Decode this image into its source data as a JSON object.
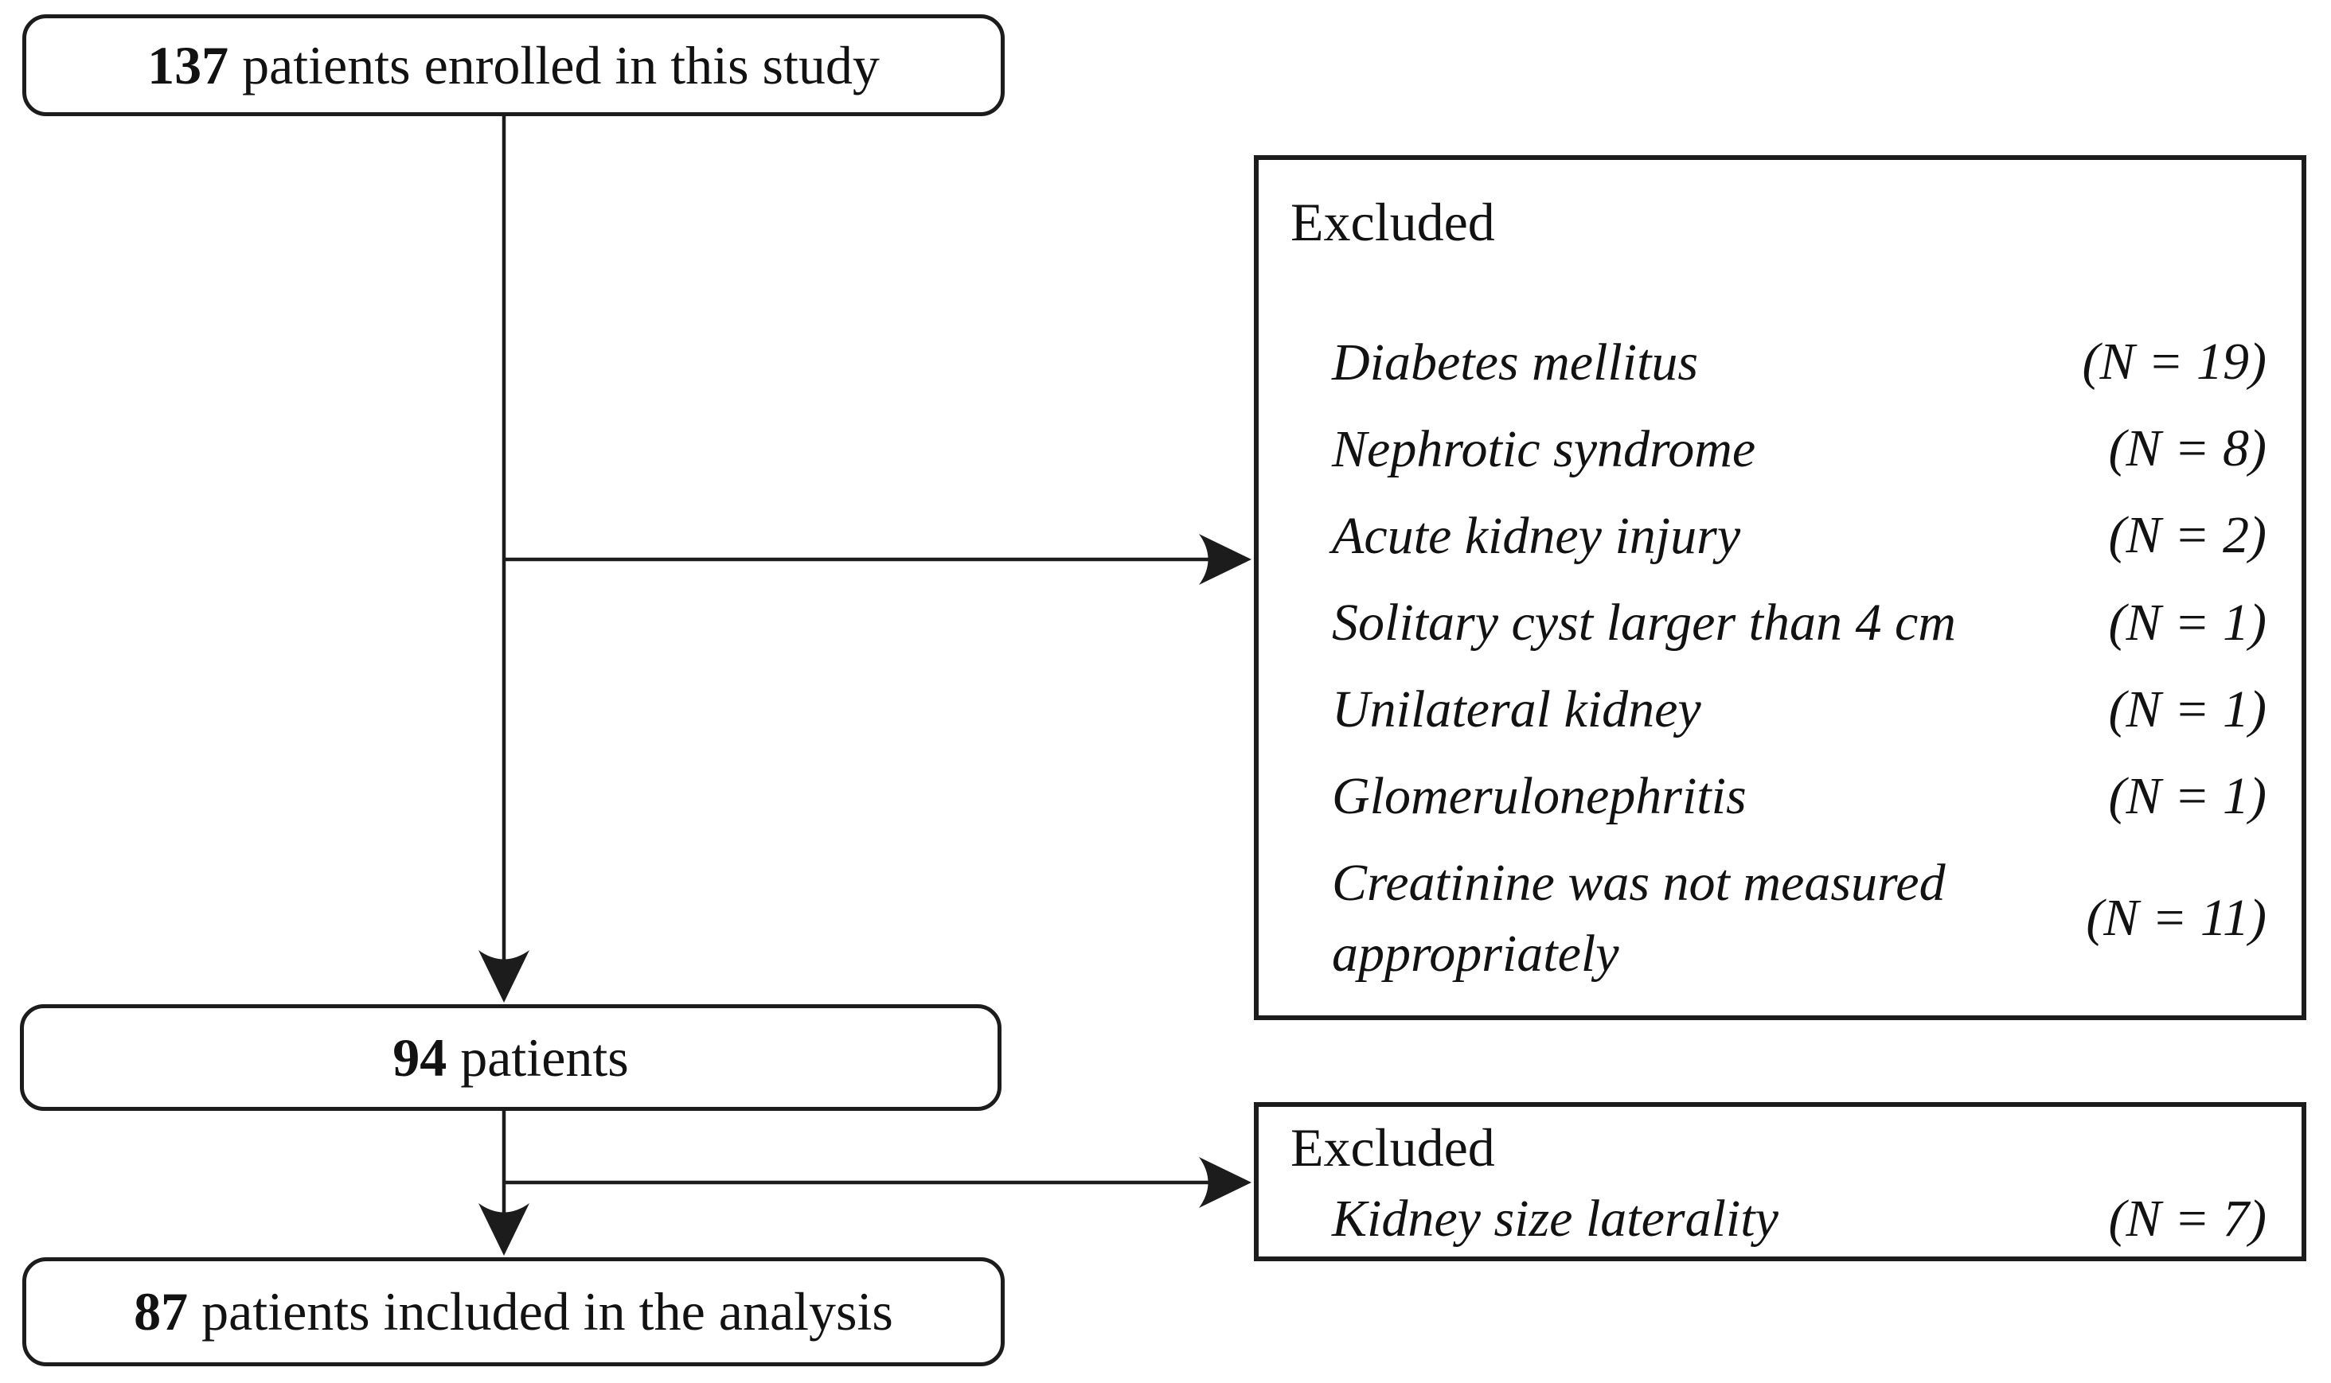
{
  "flowchart": {
    "nodes": {
      "enrolled": {
        "count": "137",
        "text": "patients enrolled in this study"
      },
      "after_first_exclusion": {
        "count": "94",
        "text": "patients"
      },
      "included": {
        "count": "87",
        "text": "patients included in the analysis"
      }
    },
    "exclusion_box_1": {
      "title": "Excluded",
      "items": [
        {
          "reason": "Diabetes mellitus",
          "n": "(N = 19)"
        },
        {
          "reason": "Nephrotic syndrome",
          "n": "(N = 8)"
        },
        {
          "reason": "Acute kidney injury",
          "n": "(N = 2)"
        },
        {
          "reason": "Solitary cyst larger than 4 cm",
          "n": "(N = 1)"
        },
        {
          "reason": "Unilateral kidney",
          "n": "(N = 1)"
        },
        {
          "reason": "Glomerulonephritis",
          "n": "(N = 1)"
        },
        {
          "reason": "Creatinine was not measured appropriately",
          "n": "(N = 11)"
        }
      ]
    },
    "exclusion_box_2": {
      "title": "Excluded",
      "items": [
        {
          "reason": "Kidney size laterality",
          "n": "(N = 7)"
        }
      ]
    },
    "colors": {
      "line": "#1c1c1c",
      "background": "#ffffff",
      "text": "#121212"
    }
  }
}
